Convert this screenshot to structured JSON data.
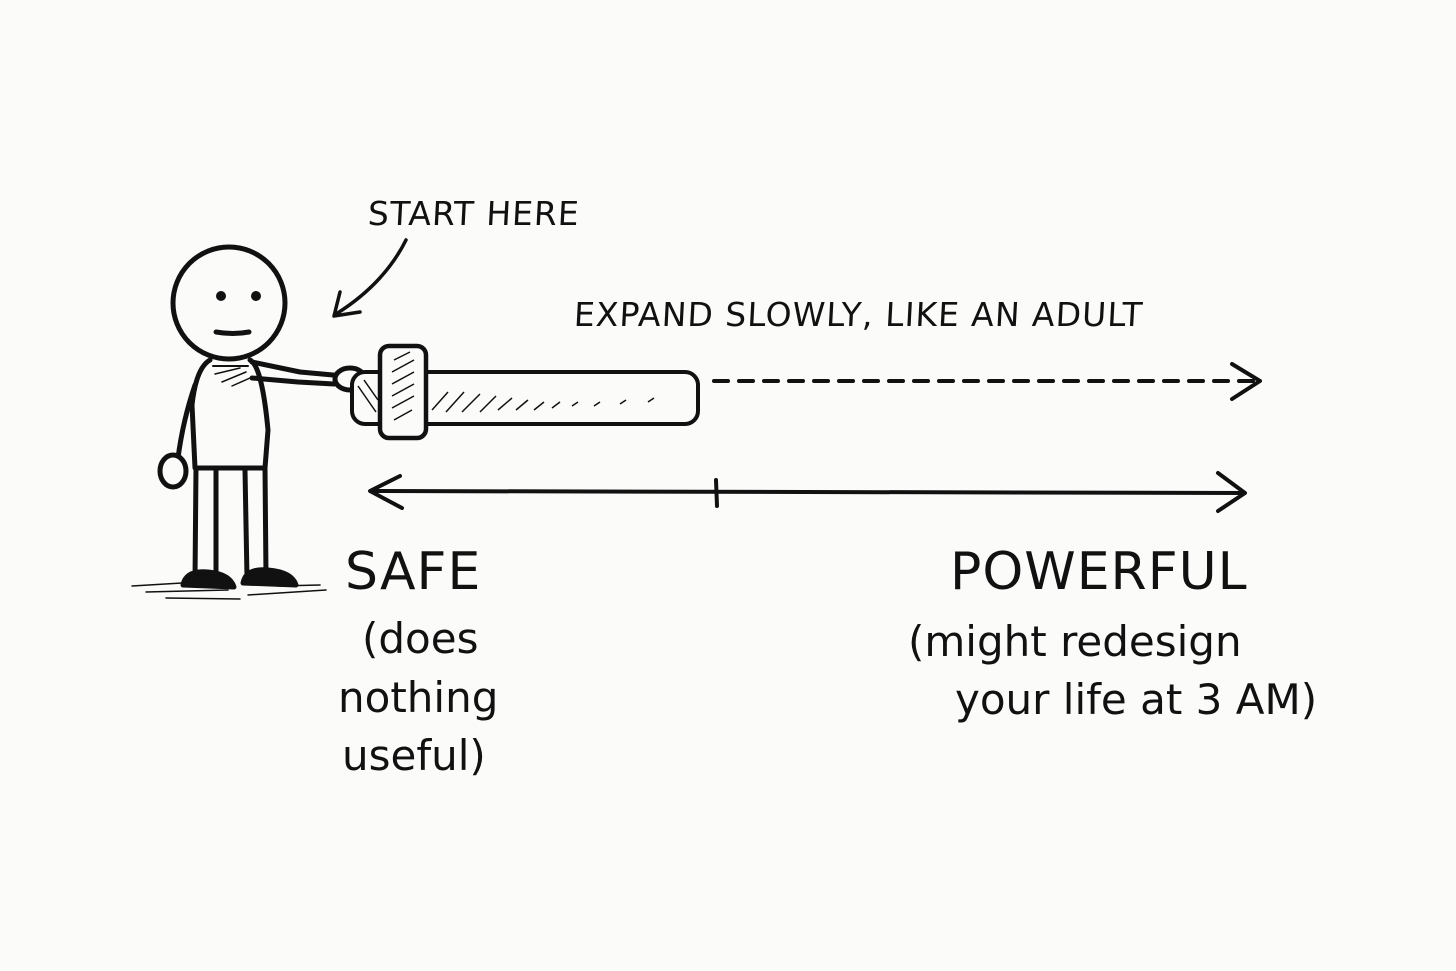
{
  "annotations": {
    "start": "START HERE",
    "expand": "EXPAND SLOWLY, LIKE AN ADULT"
  },
  "scale": {
    "left_label": "SAFE",
    "left_note_lines": [
      "(does",
      "nothing",
      "useful)"
    ],
    "right_label": "POWERFUL",
    "right_note_lines": [
      "(might redesign",
      "your life at 3 AM)"
    ]
  },
  "slider": {
    "level": 0.1
  },
  "icons": [
    "stick-figure-icon",
    "slider-handle-icon",
    "curved-arrow-icon",
    "dashed-arrow-icon",
    "double-arrow-icon"
  ],
  "colors": {
    "ink": "#111111",
    "paper": "#fbfbfa"
  }
}
